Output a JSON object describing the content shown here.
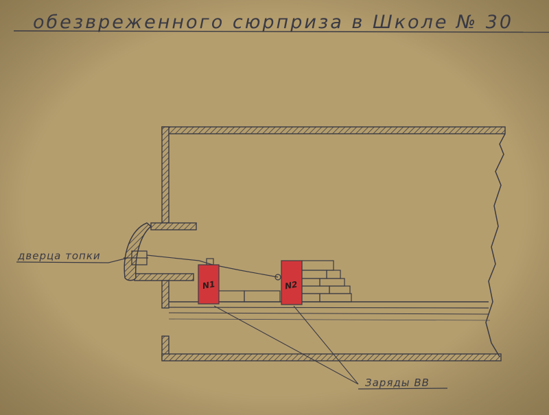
{
  "title": "обезвреженного сюрприза в Школе № 30",
  "labels": {
    "door": "дверца топки",
    "charges": "Заряды ВВ",
    "charge_1": "N1",
    "charge_2": "N2"
  },
  "colors": {
    "paper": "#b59e6e",
    "ink": "#3a3a44",
    "charge_red": "#d1373a"
  }
}
